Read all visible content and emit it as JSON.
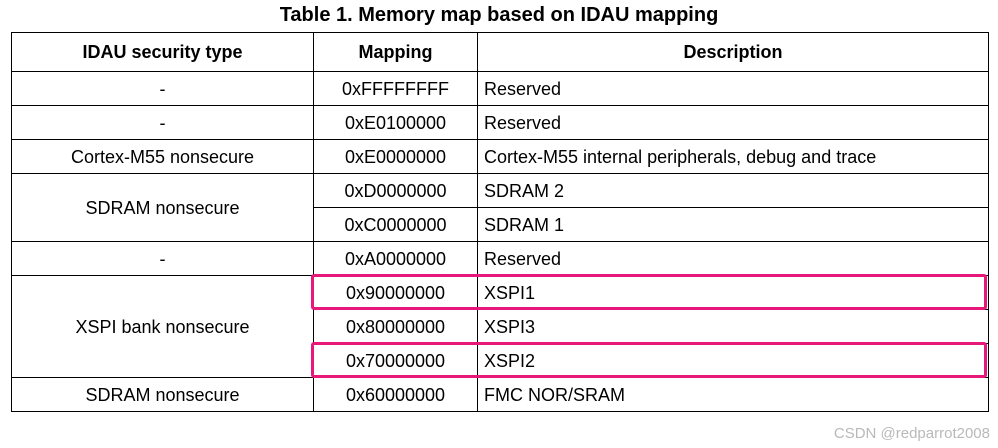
{
  "table": {
    "caption": "Table 1. Memory map based on IDAU mapping",
    "headers": {
      "type": "IDAU security type",
      "mapping": "Mapping",
      "description": "Description"
    },
    "groups": [
      {
        "type": "-",
        "rows": [
          {
            "mapping": "0xFFFFFFFF",
            "description": "Reserved"
          }
        ]
      },
      {
        "type": "-",
        "rows": [
          {
            "mapping": "0xE0100000",
            "description": "Reserved"
          }
        ]
      },
      {
        "type": "Cortex-M55 nonsecure",
        "rows": [
          {
            "mapping": "0xE0000000",
            "description": "Cortex-M55 internal peripherals, debug and trace"
          }
        ]
      },
      {
        "type": "SDRAM nonsecure",
        "rows": [
          {
            "mapping": "0xD0000000",
            "description": "SDRAM 2"
          },
          {
            "mapping": "0xC0000000",
            "description": "SDRAM 1"
          }
        ]
      },
      {
        "type": "-",
        "rows": [
          {
            "mapping": "0xA0000000",
            "description": "Reserved"
          }
        ]
      },
      {
        "type": "XSPI bank nonsecure",
        "rows": [
          {
            "mapping": "0x90000000",
            "description": "XSPI1",
            "highlighted": true
          },
          {
            "mapping": "0x80000000",
            "description": "XSPI3"
          },
          {
            "mapping": "0x70000000",
            "description": "XSPI2",
            "highlighted": true
          }
        ]
      },
      {
        "type": "SDRAM nonsecure",
        "rows": [
          {
            "mapping": "0x60000000",
            "description": "FMC NOR/SRAM"
          }
        ]
      }
    ]
  },
  "highlight_color": "#e8177b",
  "watermark": "CSDN @redparrot2008"
}
